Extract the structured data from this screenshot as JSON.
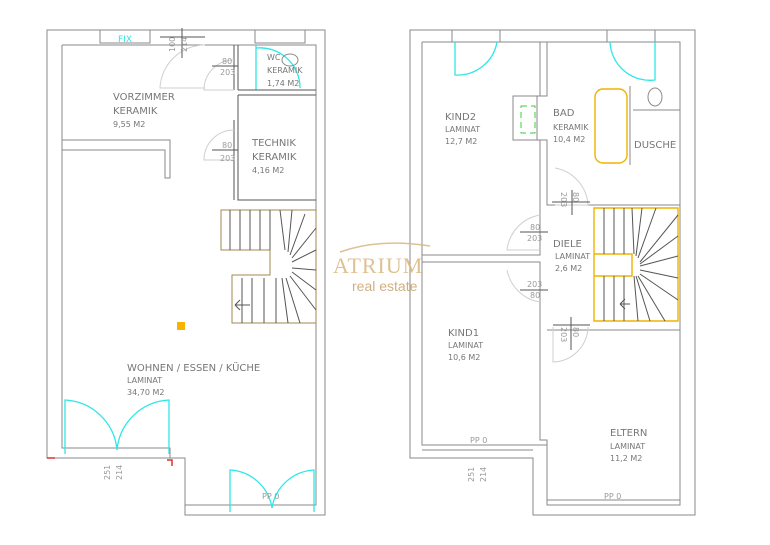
{
  "ground_floor": {
    "rooms": [
      {
        "name": "VORZIMMER",
        "floor": "KERAMIK",
        "area": "9,55 M2"
      },
      {
        "name": "WC",
        "floor": "KERAMIK",
        "area": "1,74 M2"
      },
      {
        "name": "TECHNIK",
        "floor": "KERAMIK",
        "area": "4,16 M2"
      },
      {
        "name": "WOHNEN / ESSEN / KÜCHE",
        "floor": "LAMINAT",
        "area": "34,70 M2"
      }
    ],
    "window_fix": "FIX",
    "entry_door": {
      "w": "100",
      "h": "214"
    },
    "door_wc": {
      "w": "80",
      "h": "203"
    },
    "door_technik": {
      "w": "80",
      "h": "203"
    },
    "terrace_door": {
      "w": "251",
      "h": "214"
    },
    "pp": "PP 0"
  },
  "upper_floor": {
    "rooms": [
      {
        "name": "KIND2",
        "floor": "LAMINAT",
        "area": "12,7 M2"
      },
      {
        "name": "BAD",
        "floor": "KERAMIK",
        "area": "10,4 M2"
      },
      {
        "name": "DUSCHE"
      },
      {
        "name": "DIELE",
        "floor": "LAMINAT",
        "area": "2,6 M2"
      },
      {
        "name": "KIND1",
        "floor": "LAMINAT",
        "area": "10,6 M2"
      },
      {
        "name": "ELTERN",
        "floor": "LAMINAT",
        "area": "11,2 M2"
      }
    ],
    "door_bad": {
      "w": "80",
      "h": "203"
    },
    "door_kind2": {
      "w": "80",
      "h": "203"
    },
    "door_kind1": {
      "w": "80",
      "h": "203"
    },
    "door_eltern": {
      "w": "80",
      "h": "203"
    },
    "window_dim": {
      "w": "251",
      "h": "214"
    },
    "pp_kind1": "PP 0",
    "pp_eltern": "PP 0"
  },
  "logo": {
    "name": "ATRIUM",
    "tagline": "real estate"
  },
  "colors": {
    "wall": "#8a8a8a",
    "door": "#2ee6e6",
    "stairs": "#f0b400",
    "logo": "#d9b77e"
  }
}
